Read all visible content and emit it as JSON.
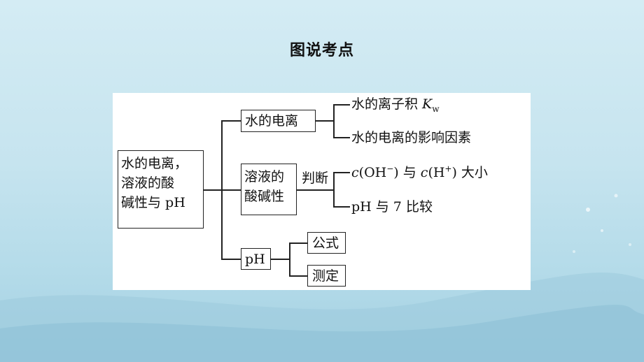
{
  "slide": {
    "title": "图说考点"
  },
  "diagram": {
    "root": {
      "lines": [
        "水的电离，",
        "溶液的酸",
        "碱性与 pH"
      ]
    },
    "branch_ionization": {
      "label": "水的电离",
      "leaves": [
        {
          "prefix": "水的离子积 ",
          "var": "K",
          "sub": "w"
        },
        {
          "text": "水的电离的影响因素"
        }
      ]
    },
    "branch_acidity": {
      "lines": [
        "溶液的",
        "酸碱性"
      ],
      "connector_label": "判断",
      "leaves": [
        {
          "c1": "c",
          "p1": "(OH",
          "s1": "−",
          "mid": ") 与 ",
          "c2": "c",
          "p2": "(H",
          "s2": "+",
          "end": ") 大小"
        },
        {
          "text": "pH 与 7 比较"
        }
      ]
    },
    "branch_ph": {
      "label": "pH",
      "leaves": [
        {
          "text": "公式"
        },
        {
          "text": "测定"
        }
      ]
    }
  }
}
